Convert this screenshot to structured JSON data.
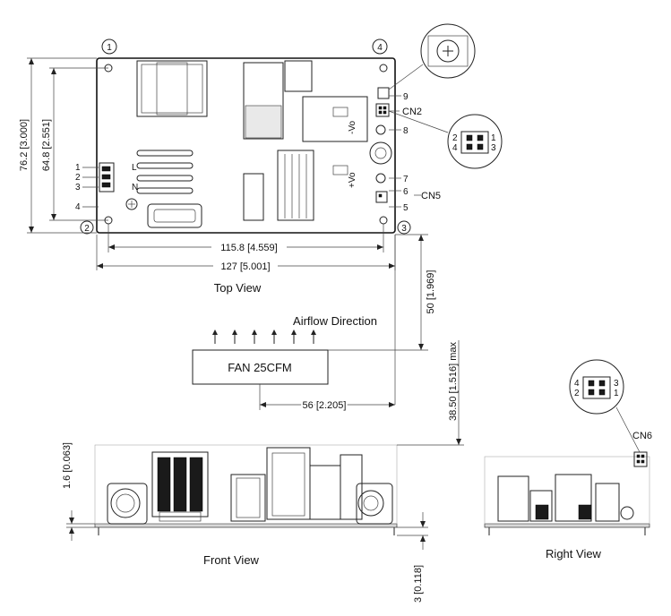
{
  "views": {
    "top": "Top View",
    "front": "Front View",
    "right": "Right View"
  },
  "airflow": "Airflow Direction",
  "fan": "FAN  25CFM",
  "connectors": {
    "cn2": "CN2",
    "cn5": "CN5",
    "cn6": "CN6"
  },
  "mount_holes": {
    "h1": "1",
    "h2": "2",
    "h3": "3",
    "h4": "4"
  },
  "pin_labels": {
    "left": [
      "1",
      "2",
      "3",
      "4"
    ],
    "right": [
      "9",
      "8",
      "7",
      "6",
      "5"
    ],
    "cn2_detail": [
      "2",
      "4",
      "1",
      "3"
    ],
    "cn6_detail": [
      "4",
      "2",
      "3",
      "1"
    ]
  },
  "board_marks": {
    "l": "L",
    "n": "N",
    "vo_minus": "-Vo",
    "vo_plus": "+Vo"
  },
  "dimensions": {
    "height_76": "76.2 [3.000]",
    "height_64": "64.8 [2.551]",
    "width_115": "115.8 [4.559]",
    "width_127": "127 [5.001]",
    "fan_gap": "50 [1.969]",
    "fan_offset": "56 [2.205]",
    "max_height": "38.50 [1.516] max",
    "pcb": "1.6 [0.063]",
    "standoff": "3 [0.118]"
  }
}
